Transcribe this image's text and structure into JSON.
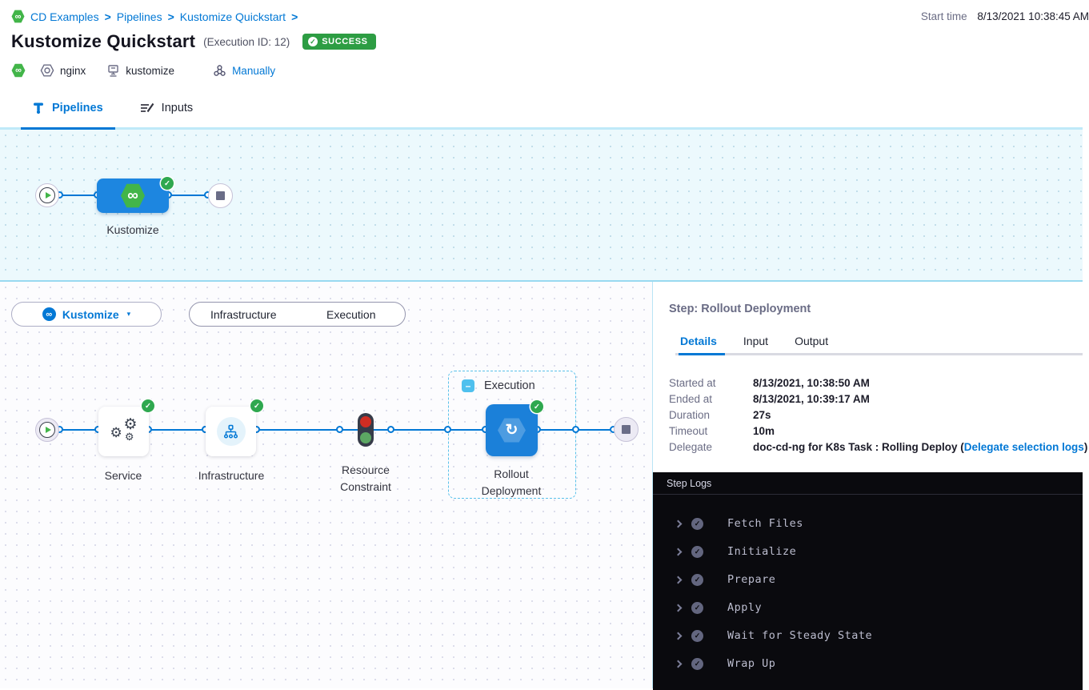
{
  "header": {
    "breadcrumb": {
      "items": [
        "CD Examples",
        "Pipelines",
        "Kustomize Quickstart"
      ],
      "separator": ">"
    },
    "title": "Kustomize Quickstart",
    "execution_id": "(Execution ID: 12)",
    "status_badge": "SUCCESS",
    "badge_check": "✓",
    "start_time_label": "Start time",
    "start_time_value": "8/13/2021 10:38:45 AM",
    "meta": {
      "service": "nginx",
      "environment": "kustomize",
      "trigger": "Manually"
    }
  },
  "tabs": {
    "pipelines": "Pipelines",
    "inputs": "Inputs"
  },
  "top_graph": {
    "stage_label": "Kustomize",
    "cd_glyph": "∞",
    "check": "✓"
  },
  "bottom_graph": {
    "stage_selector": "Kustomize",
    "stage_selector_caret": "▾",
    "toggle": {
      "infrastructure": "Infrastructure",
      "execution": "Execution"
    },
    "group_label": "Execution",
    "group_collapse_glyph": "–",
    "nodes": [
      "Service",
      "Infrastructure",
      "Resource Constraint",
      "Rollout Deployment"
    ],
    "gear_glyph": "⚙",
    "rollout_glyph": "↻",
    "check": "✓"
  },
  "step_panel": {
    "title": "Step: Rollout Deployment",
    "tabs": [
      "Details",
      "Input",
      "Output"
    ],
    "details": [
      {
        "label": "Started at",
        "value": "8/13/2021, 10:38:50 AM"
      },
      {
        "label": "Ended at",
        "value": "8/13/2021, 10:39:17 AM"
      },
      {
        "label": "Duration",
        "value": "27s"
      },
      {
        "label": "Timeout",
        "value": "10m"
      },
      {
        "label": "Delegate",
        "value": "doc-cd-ng for K8s Task : Rolling Deploy (",
        "link": "Delegate selection logs",
        "suffix": ")"
      }
    ],
    "logs": {
      "title": "Step Logs",
      "entries": [
        "Fetch Files",
        "Initialize",
        "Prepare",
        "Apply",
        "Wait for Steady State",
        "Wrap Up"
      ],
      "check": "✓"
    }
  },
  "colors": {
    "primary_blue": "#0278d5",
    "node_blue": "#1d86e0",
    "harness_green": "#42b549",
    "success_badge": "#2d9d43",
    "check_green": "#2fa84f",
    "log_bg": "#0a0a0e",
    "canvas_top_bg": "#ecf9fd",
    "canvas_divider": "#99d9f0"
  }
}
